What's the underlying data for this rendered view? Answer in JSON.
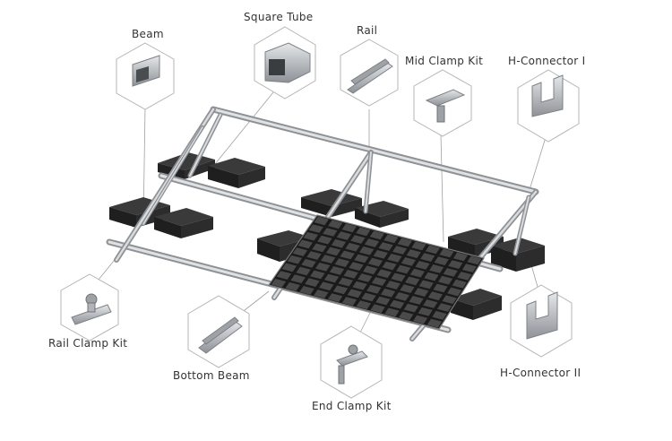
{
  "labels": {
    "beam": "Beam",
    "square_tube": "Square Tube",
    "rail": "Rail",
    "mid_clamp_kit": "Mid Clamp Kit",
    "h_connector_1": "H-Connector I",
    "rail_clamp_kit": "Rail Clamp Kit",
    "bottom_beam": "Bottom Beam",
    "end_clamp_kit": "End Clamp Kit",
    "h_connector_2": "H-Connector II"
  },
  "colors": {
    "metal": "#c9ccd0",
    "metal_dark": "#8e9296",
    "ballast": "#2b2b2b",
    "panel": "#1a1a1a",
    "cell": "#4a4a4a",
    "hex_stroke": "#b5b5b5",
    "leader": "#9a9a9a"
  }
}
